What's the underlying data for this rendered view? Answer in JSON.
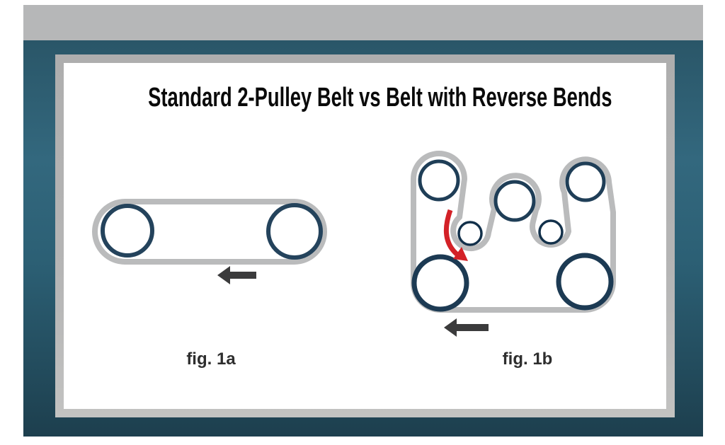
{
  "slide": {
    "title": "Standard 2-Pulley Belt vs Belt with Reverse Bends"
  },
  "figures": [
    {
      "id": "fig-1a",
      "label": "fig. 1a",
      "description": "Standard 2-pulley belt: flat gray belt loop around two pulleys",
      "pulley_count": 2,
      "belt_direction": "left"
    },
    {
      "id": "fig-1b",
      "label": "fig. 1b",
      "description": "Serpentine belt with reverse bends: belt snakes over three top pulleys, under two small idlers, around two large bottom pulleys",
      "pulley_count": 7,
      "belt_direction": "left",
      "annotation": "red curved arrow highlighting the reverse bend around the small idler"
    }
  ],
  "icons": [
    {
      "name": "direction-arrow-icon",
      "meaning": "belt travel direction (points left)"
    },
    {
      "name": "reverse-bend-arrow-icon",
      "meaning": "reverse-bend path highlight (red hook arrow)"
    }
  ],
  "colors": {
    "outer_bar_gray": "#b6b7b8",
    "frame_teal_top": "#2a5668",
    "frame_teal_bottom": "#1d3f4e",
    "inner_frame_gray": "#b5b5b5",
    "belt_gray": "#babbbc",
    "pulley_navy": "#1d3c55",
    "idler_navy": "#12304a",
    "reverse_bend_red": "#d32127",
    "direction_arrow_dark": "#3b3b3c",
    "title_black": "#0a0a0a",
    "fig_label_gray": "#2e2e2e"
  }
}
